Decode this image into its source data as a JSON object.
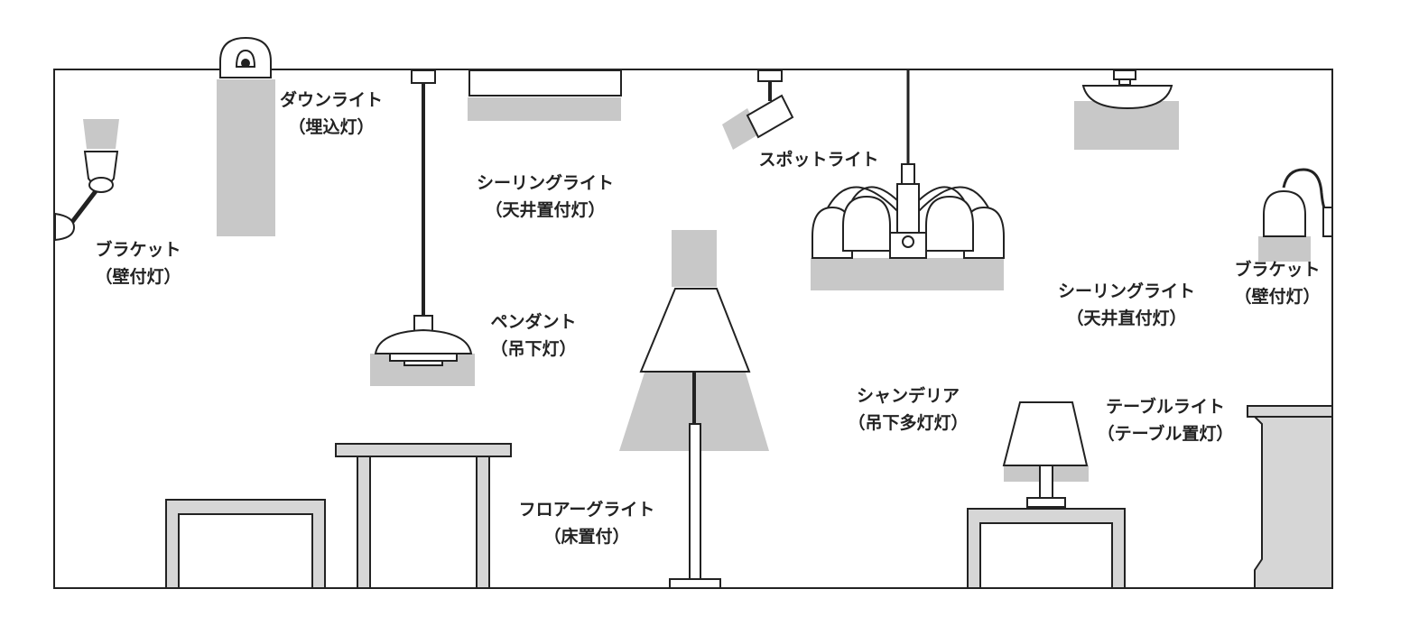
{
  "colors": {
    "line": "#222222",
    "light_glow": "#c8c8c8",
    "furniture_fill": "#d6d6d6",
    "background": "#ffffff"
  },
  "labels": {
    "downlight": {
      "name": "ダウンライト",
      "sub": "（埋込灯）"
    },
    "bracket_left": {
      "name": "ブラケット",
      "sub": "（壁付灯）"
    },
    "ceiling_mounted": {
      "name": "シーリングライト",
      "sub": "（天井置付灯）"
    },
    "pendant": {
      "name": "ペンダント",
      "sub": "（吊下灯）"
    },
    "spotlight": {
      "name": "スポットライト"
    },
    "ceiling_direct": {
      "name": "シーリングライト",
      "sub": "（天井直付灯）"
    },
    "bracket_right": {
      "name": "ブラケット",
      "sub": "（壁付灯）"
    },
    "chandelier": {
      "name": "シャンデリア",
      "sub": "（吊下多灯灯）"
    },
    "table_light": {
      "name": "テーブルライト",
      "sub": "（テーブル置灯）"
    },
    "floor_light": {
      "name": "フロアーグライト",
      "sub": "（床置付）"
    }
  }
}
